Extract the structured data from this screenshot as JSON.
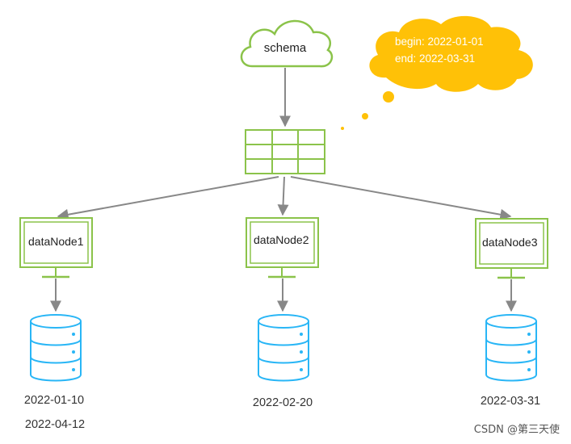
{
  "schema": {
    "label": "schema"
  },
  "annotation": {
    "begin": "begin: 2022-01-01",
    "end": "end: 2022-03-31"
  },
  "nodes": [
    {
      "label": "dataNode1",
      "dates": [
        "2022-01-10",
        "2022-04-12"
      ]
    },
    {
      "label": "dataNode2",
      "dates": [
        "2022-02-20"
      ]
    },
    {
      "label": "dataNode3",
      "dates": [
        "2022-03-31"
      ]
    }
  ],
  "watermark": "CSDN @第三天使",
  "colors": {
    "cloud_stroke": "#8bc34a",
    "node_stroke": "#8bc34a",
    "db_fill": "#ffffff",
    "db_stroke": "#29b6f6",
    "bubble_fill": "#ffc107",
    "arrow": "#888888"
  }
}
